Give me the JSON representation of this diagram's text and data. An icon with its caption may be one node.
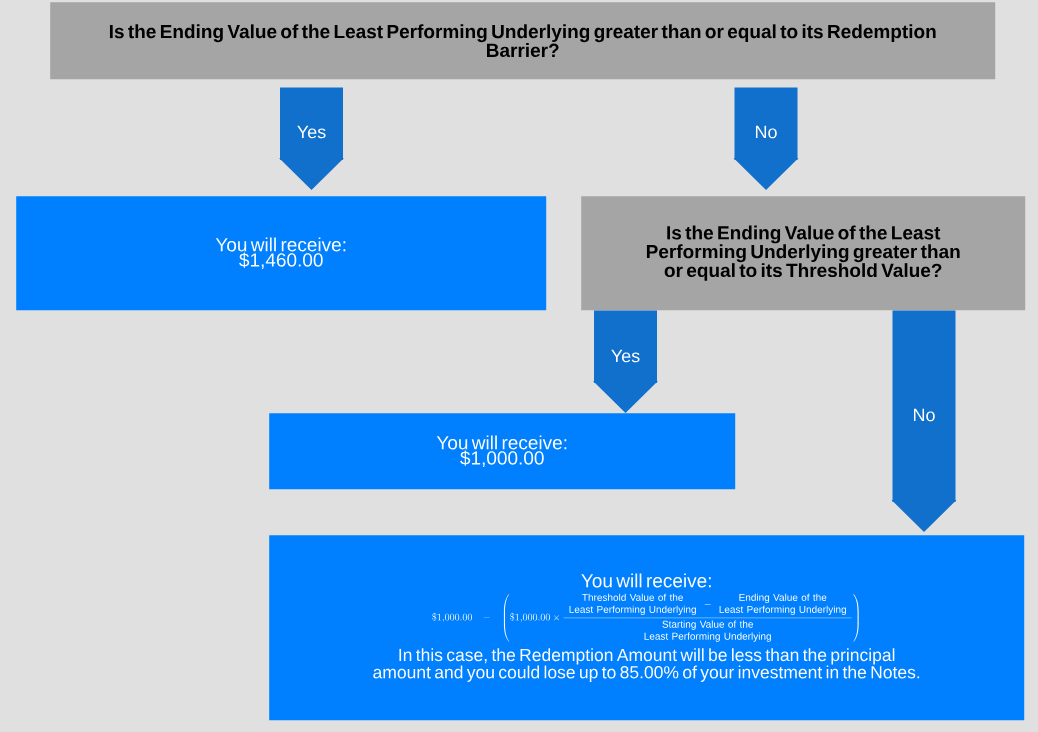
{
  "diagram": {
    "nodes": [
      {
        "text": [
          "Is the Ending Value of the Least Performing Underlying greater than or equal to its Redemption Barrier?"
        ]
      },
      {
        "text": [
          "You will receive:",
          "$1,460.00"
        ]
      },
      {
        "text": [
          "Is the Ending Value of the Least Performing Underlying greater than or equal to its Threshold Value?"
        ]
      },
      {
        "text": [
          "You will receive:",
          "$1,000.00"
        ]
      },
      {
        "text": [
          "You will receive:",
          "\\$1{,}000.00-\\left(\\$1{,}000.00\\times\\frac{\\begin{array}{c}\\text{Threshold Value of the}\\\\ \\text{Least Performing Underlying}\\end{array}-\\begin{array}{c}\\text{Ending Value of the}\\\\ \\text{Least Performing Underlying}\\end{array}}{\\begin{array}{c}\\text{Starting Value of the}\\\\ \\text{Least Performing Underlying}\\end{array}}\\right)",
          "In this case, the Redemption Amount will be less than the principal amount and you could lose up to 85.00% of your investment in the Notes."
        ]
      }
    ],
    "edges": [
      {
        "from": 0,
        "to": 1,
        "arrow": "to",
        "label": "Yes"
      },
      {
        "from": 0,
        "to": 2,
        "arrow": "to",
        "label": "No"
      },
      {
        "from": 2,
        "to": 3,
        "arrow": "to",
        "label": "Yes"
      },
      {
        "from": 2,
        "to": 4,
        "arrow": "to",
        "label": "No"
      }
    ]
  }
}
